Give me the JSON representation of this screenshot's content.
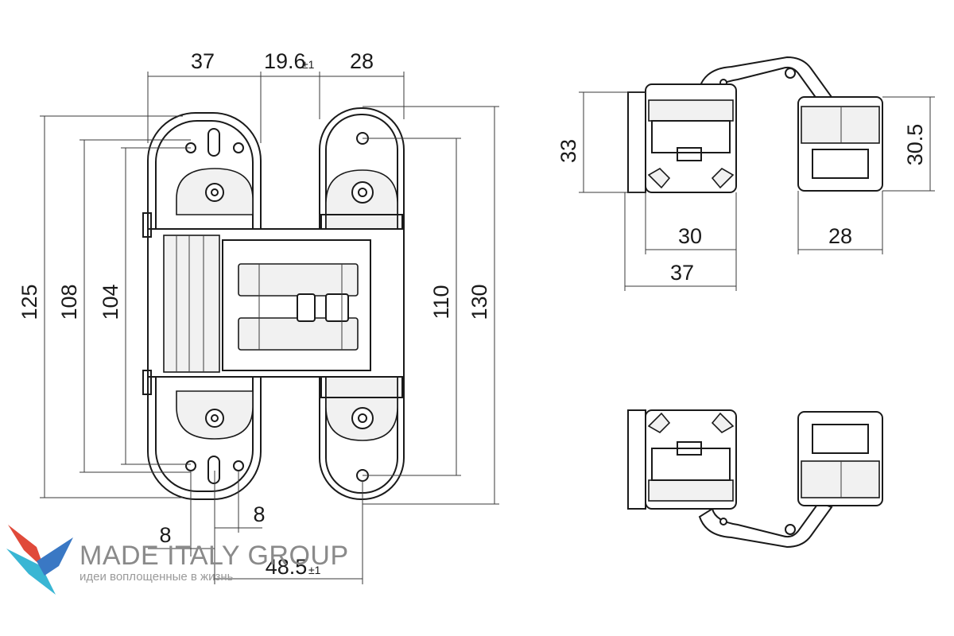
{
  "front_view": {
    "dims": {
      "top_left_width": "37",
      "top_gap": "19.6",
      "top_gap_tol": "±1",
      "top_right_width": "28",
      "height_total_left": "125",
      "height_holes_left": "108",
      "height_body_left": "104",
      "height_body_right": "110",
      "height_total_right": "130",
      "bottom_left_offset": "8",
      "bottom_right_offset": "8",
      "bottom_span": "48.5",
      "bottom_span_tol": "±1"
    }
  },
  "side_view": {
    "dims": {
      "left_height": "33",
      "right_height": "30.5",
      "inner_width": "30",
      "outer_width": "37",
      "right_width": "28"
    }
  },
  "logo": {
    "name": "MADE ITALY GROUP",
    "tagline": "идеи воплощенные в жизнь",
    "colors": {
      "red": "#e04a3a",
      "blue": "#3a78c4",
      "cyan": "#39b6d4"
    }
  }
}
